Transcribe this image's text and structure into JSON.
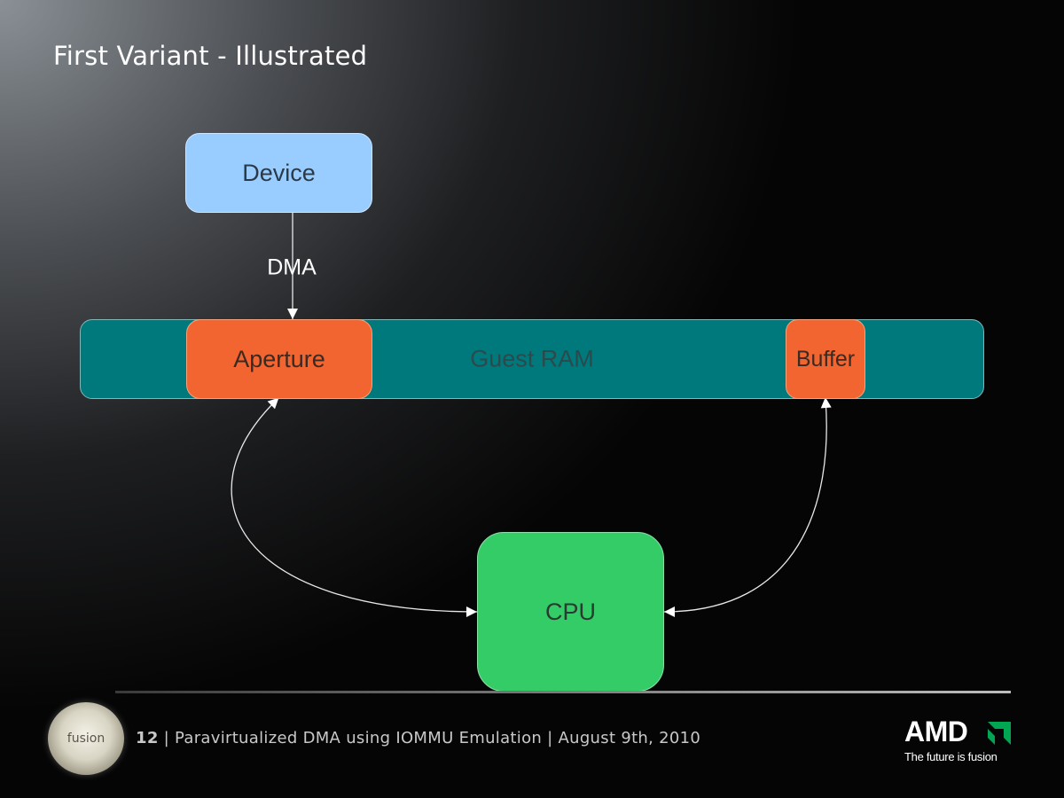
{
  "slide": {
    "title": "First Variant - Illustrated"
  },
  "diagram": {
    "nodes": {
      "device": "Device",
      "guest_ram": "Guest RAM",
      "aperture": "Aperture",
      "buffer": "Buffer",
      "cpu": "CPU"
    },
    "edges": {
      "device_to_aperture_label": "DMA"
    },
    "colors": {
      "device": "#99ccff",
      "guest_ram": "#00797d",
      "aperture": "#f26530",
      "buffer": "#f26530",
      "cpu": "#33cc66"
    }
  },
  "footer": {
    "page_number": "12",
    "text": "| Paravirtualized DMA using IOMMU Emulation | August 9th, 2010",
    "fusion_logo_text": "fusion",
    "amd_logo_text": "AMD",
    "amd_tagline": "The future is fusion"
  }
}
